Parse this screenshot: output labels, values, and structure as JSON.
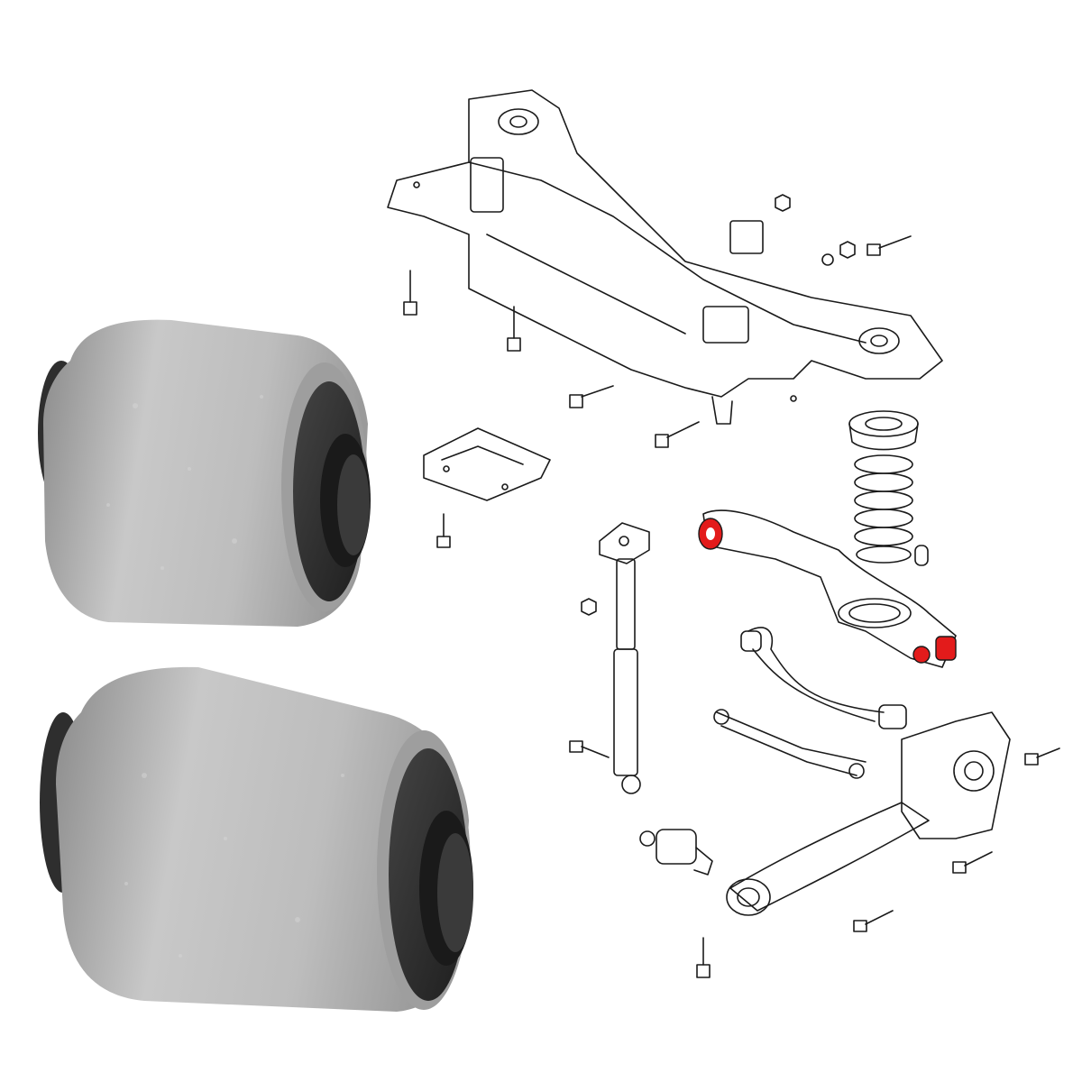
{
  "image": {
    "subject": "product-photo-with-exploded-diagram",
    "background_color": "#ffffff"
  },
  "photo": {
    "items": [
      {
        "name": "bushing-top",
        "icon": "rubber-metal-bushing"
      },
      {
        "name": "bushing-bottom",
        "icon": "rubber-metal-bushing"
      }
    ],
    "colors": {
      "sleeve_light": "#c8c8c8",
      "sleeve_mid": "#a9a9a9",
      "sleeve_dark": "#8a8a8a",
      "rubber": "#2b2b2b",
      "rubber_highlight": "#444444"
    }
  },
  "diagram": {
    "style": "line-drawing",
    "line_color": "#1a1a1a",
    "highlight_color": "#e31b1b",
    "parts": [
      "rear-subframe",
      "mounting-bracket",
      "coil-spring",
      "spring-seat",
      "shock-absorber",
      "lower-control-arm",
      "upper-control-arm",
      "toe-link",
      "trailing-arm",
      "hub-knuckle",
      "separate-bushing",
      "bolts",
      "nuts"
    ],
    "highlighted": [
      "lower-arm-front-bushing",
      "lower-arm-rear-bushing"
    ]
  }
}
